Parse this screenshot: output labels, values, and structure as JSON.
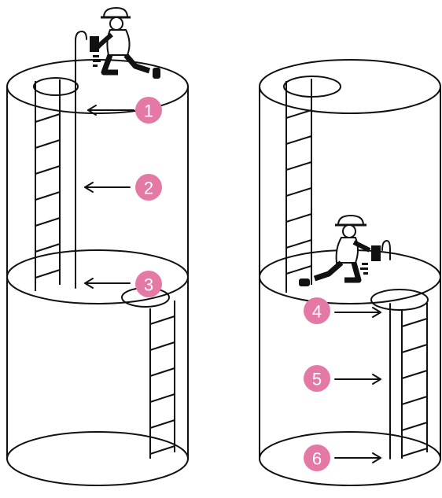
{
  "colors": {
    "line": "#111111",
    "badge": "#e579a6",
    "badge_text": "#ffffff",
    "background": "#ffffff"
  },
  "markers": [
    {
      "label": "1"
    },
    {
      "label": "2"
    },
    {
      "label": "3"
    },
    {
      "label": "4"
    },
    {
      "label": "5"
    },
    {
      "label": "6"
    }
  ],
  "icons": {
    "worker": "worker-with-instrument-icon",
    "arrow": "arrow-icon"
  }
}
